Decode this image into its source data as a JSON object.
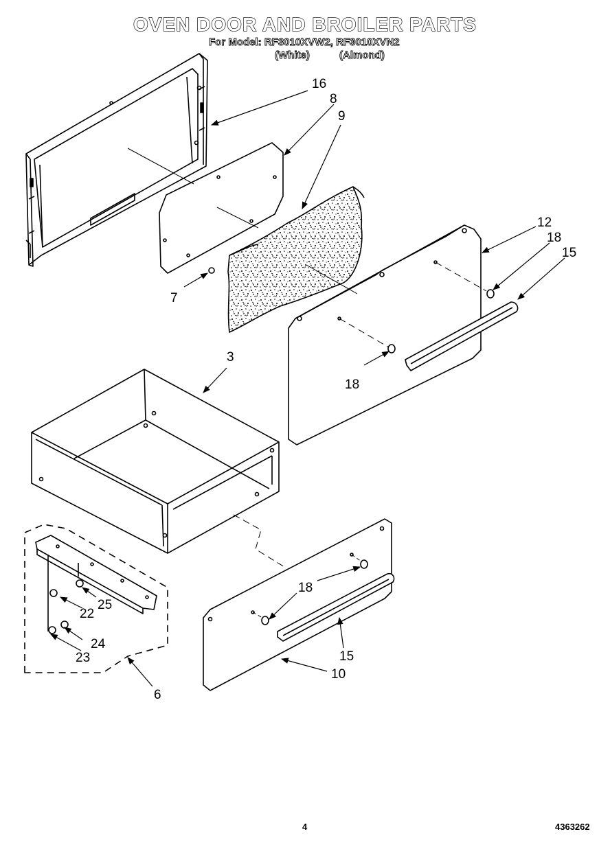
{
  "header": {
    "title": "OVEN DOOR AND BROILER PARTS",
    "model_line": "For Model: RF3010XVW2, RF3010XVN2",
    "color_white": "(White)",
    "color_almond": "(Almond)"
  },
  "callouts": {
    "c16": "16",
    "c8": "8",
    "c9": "9",
    "c12": "12",
    "c18a": "18",
    "c15a": "15",
    "c7": "7",
    "c3": "3",
    "c18b": "18",
    "c18c": "18",
    "c22": "22",
    "c25": "25",
    "c24": "24",
    "c23": "23",
    "c15b": "15",
    "c10": "10",
    "c6": "6"
  },
  "footer": {
    "page_number": "4",
    "doc_number": "4363262"
  }
}
